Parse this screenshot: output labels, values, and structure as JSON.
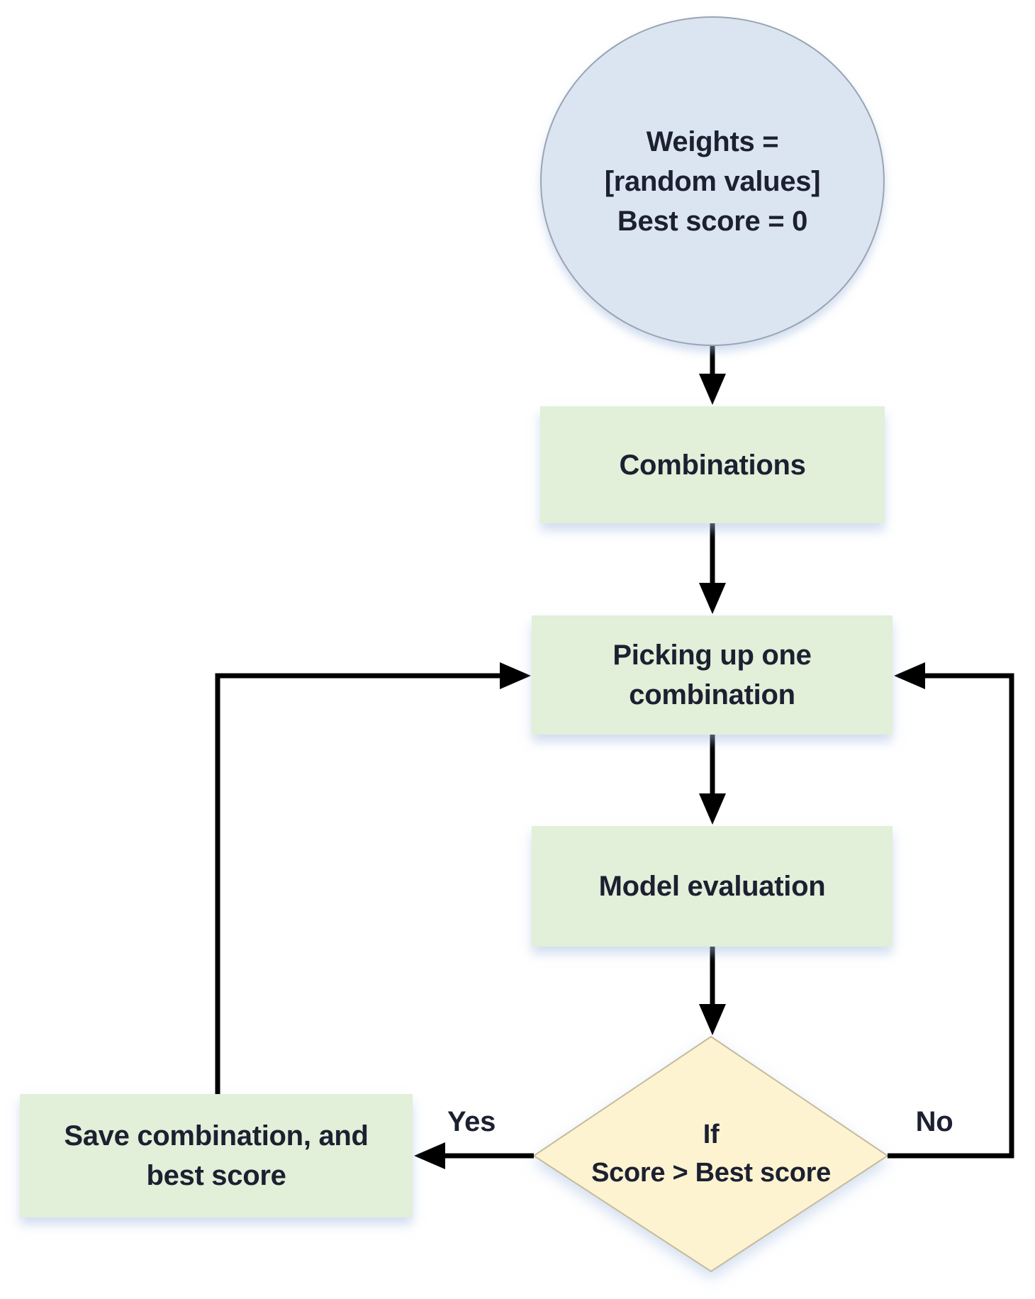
{
  "nodes": {
    "start": {
      "label": "Weights =\n[random values]\nBest score = 0"
    },
    "combinations": {
      "label": "Combinations"
    },
    "picking": {
      "label": "Picking up one\ncombination"
    },
    "model": {
      "label": "Model evaluation"
    },
    "decision": {
      "label": "If\nScore > Best score"
    },
    "save": {
      "label": "Save combination, and\nbest score"
    }
  },
  "edges": {
    "yes_label": "Yes",
    "no_label": "No"
  },
  "colors": {
    "start_fill": "#dbe5f1",
    "start_border": "#9aa4b2",
    "process_fill": "#e2efd9",
    "decision_fill": "#fdf3d1",
    "decision_border": "#c6bc9c",
    "arrow": "#000000",
    "text": "#1c2030",
    "background": "#ffffff",
    "shadow": "rgba(166,190,225,0.5)"
  }
}
